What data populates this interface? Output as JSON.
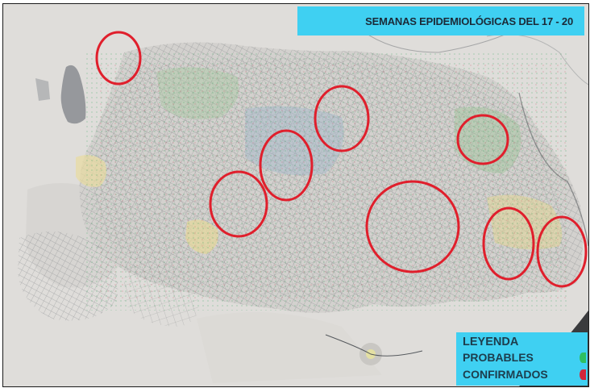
{
  "title": "SEMANAS EPIDEMIOLÓGICAS DEL 17 - 20",
  "legend": {
    "title": "LEYENDA",
    "items": [
      {
        "label": "PROBABLES",
        "color": "#2fbf62"
      },
      {
        "label": "CONFIRMADOS",
        "color": "#d2263b"
      }
    ]
  },
  "colors": {
    "banner": "#3fd0f2",
    "circle": "#e01f2c",
    "map_paper": "#e2e0dd",
    "street_lines": "#6f7378"
  }
}
